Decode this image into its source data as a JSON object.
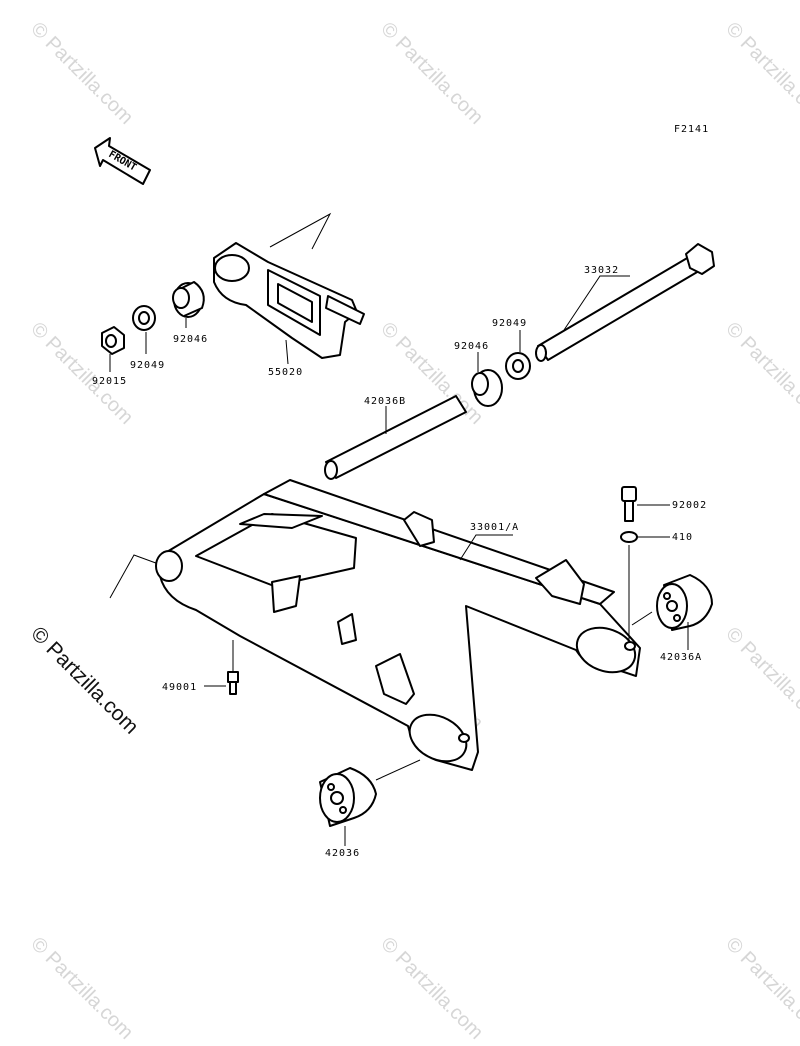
{
  "diagram": {
    "figure_code": "F2141",
    "front_label": "FRONT",
    "watermark_text": "© Partzilla.com",
    "side_watermark": "© Partzilla.com",
    "parts": [
      {
        "id": "33032",
        "label": "33032",
        "name": "pivot-shaft"
      },
      {
        "id": "55020",
        "label": "55020",
        "name": "chain-guide"
      },
      {
        "id": "92046a",
        "label": "92046",
        "name": "needle-bearing-left"
      },
      {
        "id": "92049a",
        "label": "92049",
        "name": "collar-left"
      },
      {
        "id": "92015",
        "label": "92015",
        "name": "nut"
      },
      {
        "id": "92049b",
        "label": "92049",
        "name": "collar-right"
      },
      {
        "id": "92046b",
        "label": "92046",
        "name": "needle-bearing-right"
      },
      {
        "id": "42036B",
        "label": "42036B",
        "name": "sleeve"
      },
      {
        "id": "33001A",
        "label": "33001/A",
        "name": "swingarm"
      },
      {
        "id": "92002",
        "label": "92002",
        "name": "bolt"
      },
      {
        "id": "410",
        "label": "410",
        "name": "washer"
      },
      {
        "id": "42036A",
        "label": "42036A",
        "name": "adjuster-right"
      },
      {
        "id": "49001",
        "label": "49001",
        "name": "grease-fitting"
      },
      {
        "id": "42036",
        "label": "42036",
        "name": "adjuster-left"
      }
    ]
  }
}
